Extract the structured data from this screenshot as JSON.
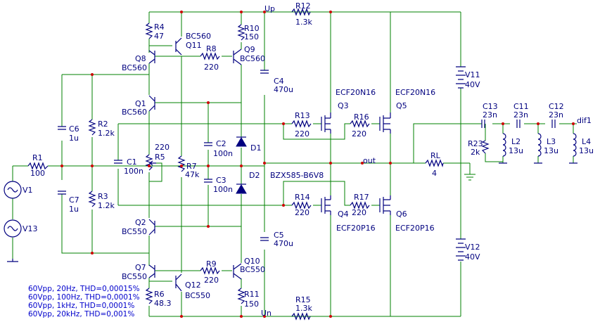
{
  "components": [
    {
      "ref": "R4",
      "value": "47"
    },
    {
      "ref": "Q11",
      "value": "BC560"
    },
    {
      "ref": "R10",
      "value": "150"
    },
    {
      "ref": "R12",
      "value": "1.3k"
    },
    {
      "ref": "Q8",
      "value": "BC560"
    },
    {
      "ref": "R8",
      "value": "220"
    },
    {
      "ref": "Q9",
      "value": "BC560"
    },
    {
      "ref": "C4",
      "value": "470u"
    },
    {
      "ref": "V11",
      "value": "40V"
    },
    {
      "ref": "Q1",
      "value": "BC560"
    },
    {
      "ref": "Q3",
      "value": "ECF20N16"
    },
    {
      "ref": "Q5",
      "value": "ECF20N16"
    },
    {
      "ref": "R13",
      "value": "220"
    },
    {
      "ref": "R16",
      "value": "220"
    },
    {
      "ref": "C6",
      "value": "1u"
    },
    {
      "ref": "R2",
      "value": "1.2k"
    },
    {
      "ref": "C2",
      "value": "100n"
    },
    {
      "ref": "D1",
      "value": ""
    },
    {
      "ref": "C1",
      "value": "100n"
    },
    {
      "ref": "R5",
      "value": "220"
    },
    {
      "ref": "R1",
      "value": "100"
    },
    {
      "ref": "R7",
      "value": "47k"
    },
    {
      "ref": "RL",
      "value": "4"
    },
    {
      "ref": "D2",
      "value": "BZX585-B6V8"
    },
    {
      "ref": "C3",
      "value": "100n"
    },
    {
      "ref": "C7",
      "value": "1u"
    },
    {
      "ref": "R3",
      "value": "1.2k"
    },
    {
      "ref": "R14",
      "value": "220"
    },
    {
      "ref": "R17",
      "value": "220"
    },
    {
      "ref": "Q4",
      "value": "ECF20P16"
    },
    {
      "ref": "Q6",
      "value": "ECF20P16"
    },
    {
      "ref": "Q2",
      "value": "BC550"
    },
    {
      "ref": "C5",
      "value": "470u"
    },
    {
      "ref": "V12",
      "value": "40V"
    },
    {
      "ref": "Q7",
      "value": "BC550"
    },
    {
      "ref": "R9",
      "value": "220"
    },
    {
      "ref": "Q10",
      "value": "BC550"
    },
    {
      "ref": "Q12",
      "value": "BC550"
    },
    {
      "ref": "R6",
      "value": "48.3"
    },
    {
      "ref": "R11",
      "value": "150"
    },
    {
      "ref": "R15",
      "value": "1.3k"
    },
    {
      "ref": "C13",
      "value": "23n"
    },
    {
      "ref": "C11",
      "value": "23n"
    },
    {
      "ref": "C12",
      "value": "23n"
    },
    {
      "ref": "R23",
      "value": "2k"
    },
    {
      "ref": "L2",
      "value": "13u"
    },
    {
      "ref": "L3",
      "value": "13u"
    },
    {
      "ref": "L4",
      "value": "13u"
    },
    {
      "ref": "V1",
      "value": ""
    },
    {
      "ref": "V13",
      "value": ""
    }
  ],
  "nets": {
    "up": "Up",
    "un": "Un",
    "out": "out",
    "dif1": "dif1"
  },
  "notes": [
    "60Vpp, 20Hz, THD=0,00015%",
    "60Vpp, 100Hz, THD=0,0001%",
    "60Vpp, 1kHz, THD=0,0001%",
    "60Vpp, 20kHz, THD=0,001%"
  ],
  "colors": {
    "wire": "#008000",
    "component": "#00007f",
    "node": "#cc0000",
    "note": "#0000cc"
  }
}
